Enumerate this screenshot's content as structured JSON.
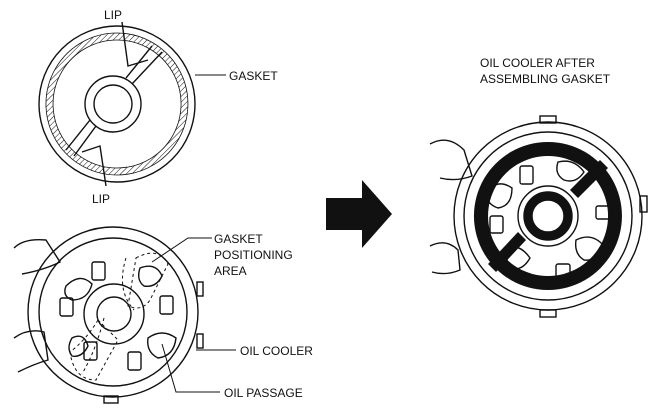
{
  "labels": {
    "lip_top": "LIP",
    "lip_bottom": "LIP",
    "gasket": "GASKET",
    "gasket_positioning_line1": "GASKET",
    "gasket_positioning_line2": "POSITIONING",
    "gasket_positioning_line3": "AREA",
    "oil_cooler": "OIL COOLER",
    "oil_passage": "OIL PASSAGE",
    "after_line1": "OIL COOLER AFTER",
    "after_line2": "ASSEMBLING GASKET"
  },
  "colors": {
    "line": "#111111",
    "background": "#ffffff",
    "arrow": "#111111"
  }
}
